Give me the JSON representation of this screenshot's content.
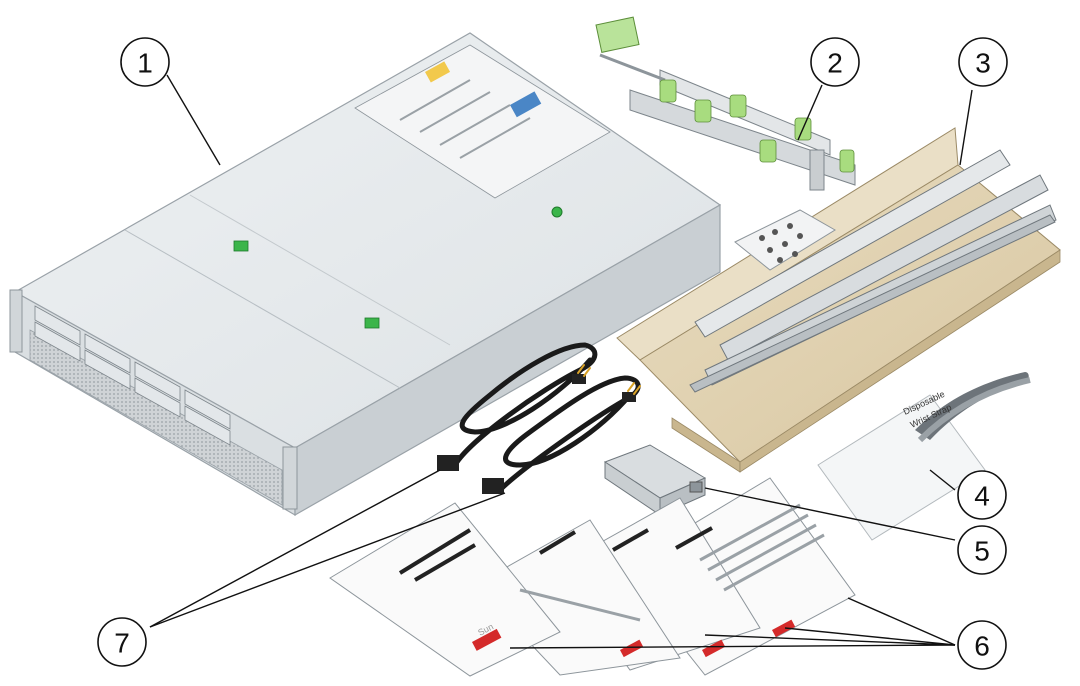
{
  "diagram": {
    "callouts": [
      {
        "id": "1",
        "label": "1"
      },
      {
        "id": "2",
        "label": "2"
      },
      {
        "id": "3",
        "label": "3"
      },
      {
        "id": "4",
        "label": "4"
      },
      {
        "id": "5",
        "label": "5"
      },
      {
        "id": "6",
        "label": "6"
      },
      {
        "id": "7",
        "label": "7"
      }
    ],
    "wrist_strap_text": [
      "Disposable",
      "Wrist Strap"
    ],
    "brand_text": "Sun"
  },
  "colors": {
    "chassis": "#e9ecee",
    "chassis_edge": "#9aa2a8",
    "rail_box": "#e2d3b3",
    "green_accent": "#3bb54a",
    "cable": "#1a1a1a",
    "brand_red": "#d42a2a"
  }
}
